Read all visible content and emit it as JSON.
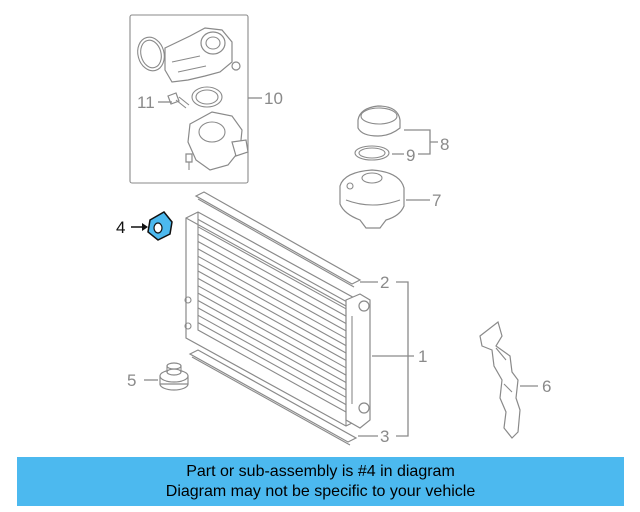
{
  "diagram": {
    "callouts": {
      "c1": "1",
      "c2": "2",
      "c3": "3",
      "c4": "4",
      "c5": "5",
      "c6": "6",
      "c7": "7",
      "c8": "8",
      "c9": "9",
      "c10": "10",
      "c11": "11"
    },
    "highlighted_part": "4",
    "colors": {
      "highlight": "#4cb9ef",
      "line": "#8a8a8a",
      "banner": "#4cb9ef"
    }
  },
  "banner": {
    "line1": "Part or sub-assembly is #4 in diagram",
    "line2": "Diagram may not be specific to your vehicle"
  }
}
